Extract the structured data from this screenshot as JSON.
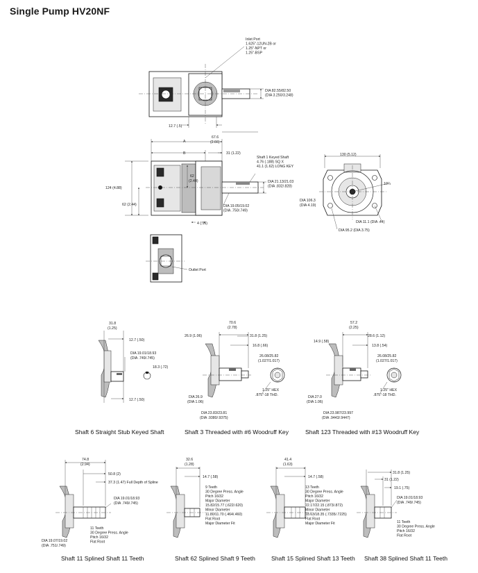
{
  "title": "Single Pump HV20NF",
  "top_views": {
    "inlet_port": [
      "Inlet Port",
      "1.625\"-12UN-2B or",
      "1.25\"-NPT or",
      "1.25\"-BSP"
    ],
    "dia_82": [
      "DIA 82.55/82.50",
      "(DIA 3.250/3.248)"
    ],
    "dim_12_7": "12.7 (.5)",
    "dim_67_6": [
      "67.6",
      "(2.66)"
    ],
    "label_a": "A",
    "label_b": "B",
    "dim_31": "31 (1.22)",
    "shaft1": [
      "Shaft 1 Keyed Shaft",
      "4.76 (.188) SQ X",
      "41.1 (1.62) LONG KEY"
    ],
    "dim_124": "124 (4.88)",
    "dim_62": [
      "62",
      "(2.44)"
    ],
    "dim_62b": "62 (2.44)",
    "dia_21": [
      "DIA 21.13/21.03",
      "(DIA .832/.828)"
    ],
    "dia_19": [
      "DIA 19.05/19.02",
      "(DIA .750/.749)"
    ],
    "dim_4": "4 (.16)",
    "outlet_port": "Outlet Port",
    "dim_130": "130 (5.12)",
    "angle_10": "10¼",
    "dia_106": [
      "DIA 106.3",
      "(DIA 4.19)"
    ],
    "dia_11": "DIA 11.1 (DIA .44)",
    "dia_95": "DIA 95.2 (DIA 3.75)"
  },
  "shafts_row1": [
    {
      "caption": "Shaft 6 Straight Stub Keyed Shaft",
      "dims": [
        "31.8",
        "(1.25)",
        "12.7 (.50)",
        "DIA 19.01/18.93",
        "(DIA .749/.745)",
        "18.3 (.72)",
        "12.7 (.50)"
      ]
    },
    {
      "caption": "Shaft 3 Threaded with #6 Woodruff Key",
      "dims": [
        "70.6",
        "(2.78)",
        "26.9 (1.06)",
        "31.8 (1.25)",
        "16.8 (.66)",
        "26.08/25.82",
        "(1.027/1.017)",
        "1.25\" HEX",
        ".875\"-18 THD.",
        "DIA 26.9",
        "(DIA 1.06)",
        "DIA 23.83/23.81",
        "(DIA .9380/.9375)"
      ]
    },
    {
      "caption": "Shaft 123 Threaded with #13 Woodruff Key",
      "dims": [
        "57.2",
        "(2.25)",
        "28.6 (1.12)",
        "14.9 (.58)",
        "13.8 (.54)",
        "26.08/25.82",
        "(1.027/1.017)",
        "1.25\" HEX",
        ".875\"-18 THD.",
        "DIA 27.0",
        "(DIA 1.06)",
        "DIA 23.987/23.997",
        "(DIA .9443/.9447)"
      ]
    }
  ],
  "shafts_row2": [
    {
      "caption": "Shaft 11 Splined Shaft 11 Teeth",
      "dims": [
        "74.8",
        "(2.94)",
        "50.8 (2)",
        "37.3 (1.47) Full Depth of Spline",
        "DIA 19.01/18.93",
        "(DIA .749/.745)",
        "11 Teeth",
        "30 Degree Press. Angle",
        "Pitch 16/32",
        "Flat Root",
        "DIA 19.07/19.02",
        "(DIA .751/.749)"
      ]
    },
    {
      "caption": "Shaft 62 Splined Shaft  9  Teeth",
      "dims": [
        "32.6",
        "(1.28)",
        "14.7 (.58)",
        "9  Teeth",
        "30 Degree Press. Angle",
        "Pitch 16/32",
        "Major Diameter",
        "15.82/15.77 (.622/.620)",
        "Minor Diameter",
        "11.80/11.70 (.464/.460)",
        "Flat Root",
        "Major Diameter Fit"
      ]
    },
    {
      "caption": "Shaft 15 Splined Shaft 13 Teeth",
      "dims": [
        "41.4",
        "(1.63)",
        "14.7 (.58)",
        "13 Teeth",
        "30 Degree Press. Angle",
        "Pitch 16/32",
        "Major Diameter",
        "22.17/22.15 (.873/.872)",
        "Minor Diameter",
        "18.63/18.35 (.7335/.7225)",
        "Flat Root",
        "Major Diameter Fit"
      ]
    },
    {
      "caption": "Shaft 38 Splined Shaft 11 Teeth",
      "dims": [
        "31.8 (1.25)",
        "31 (1.22)",
        "19.1 (.75)",
        "DIA 19.01/18.93",
        "(DIA .749/.745)",
        "11 Teeth",
        "30 Degree Press. Angle",
        "Pitch 16/32",
        "Flat Root"
      ]
    }
  ]
}
